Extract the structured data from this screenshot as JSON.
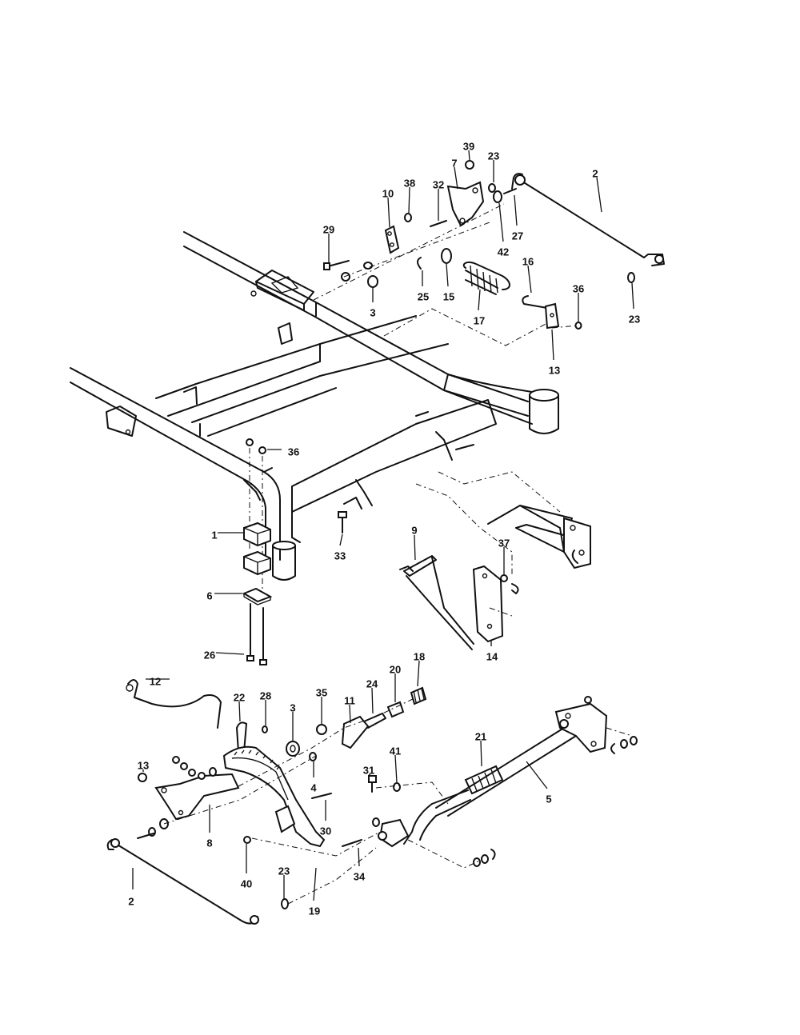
{
  "callouts": [
    "1",
    "2",
    "2",
    "3",
    "3",
    "4",
    "5",
    "6",
    "7",
    "8",
    "9",
    "10",
    "11",
    "12",
    "13",
    "13",
    "14",
    "15",
    "16",
    "17",
    "18",
    "19",
    "20",
    "21",
    "22",
    "23",
    "23",
    "23",
    "24",
    "25",
    "26",
    "27",
    "28",
    "29",
    "30",
    "31",
    "32",
    "33",
    "34",
    "35",
    "36",
    "36",
    "37",
    "38",
    "39",
    "40",
    "41",
    "42"
  ]
}
